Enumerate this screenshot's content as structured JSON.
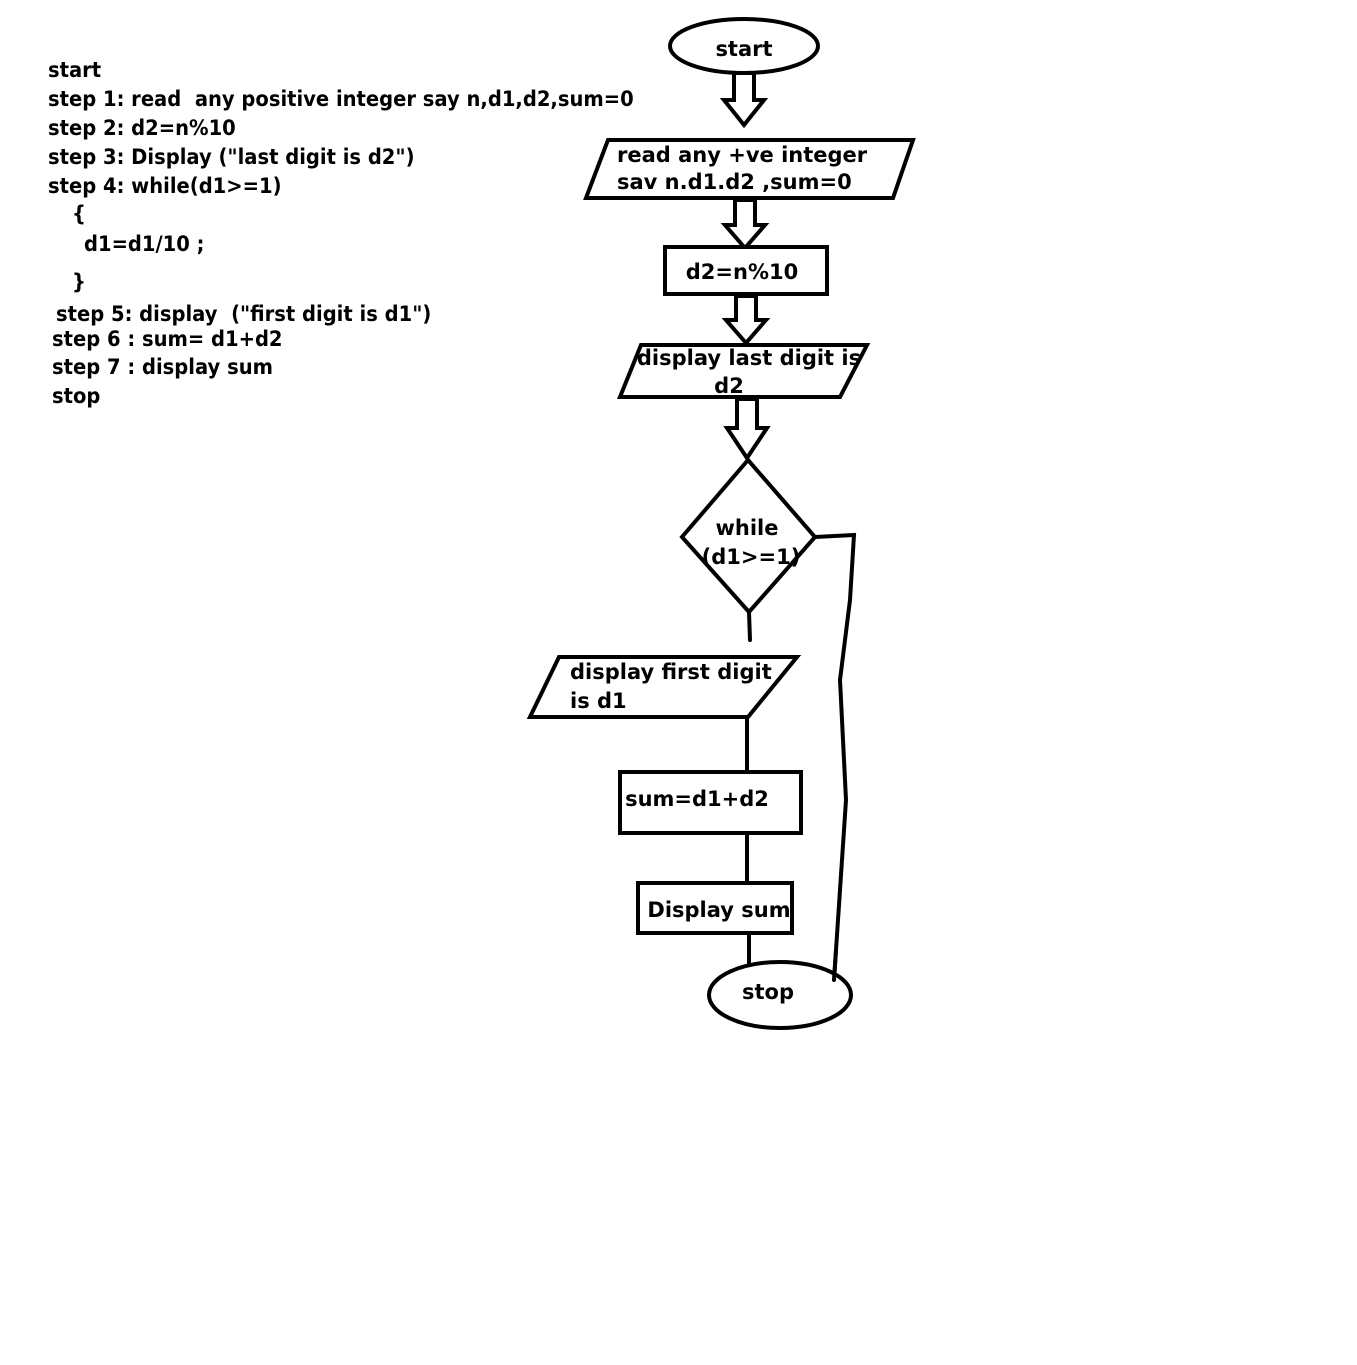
{
  "algorithm": {
    "lines": [
      "start",
      "step 1: read  any positive integer say n,d1,d2,sum=0",
      "step 2: d2=n%10",
      "step 3: Display (\"last digit is d2\")",
      "step 4: while(d1>=1)",
      "{",
      "d1=d1/10 ;",
      "}",
      "step 5: display  (\"first digit is d1\")",
      "step 6 : sum= d1+d2",
      "step 7 : display sum",
      "stop"
    ]
  },
  "flowchart": {
    "start": "start",
    "input": [
      "read any +ve integer",
      "sav n.d1.d2  ,sum=0"
    ],
    "process_d2": "d2=n%10",
    "output_last": [
      "display last digit is",
      "d2"
    ],
    "decision": [
      "while",
      "(d1>=1)"
    ],
    "output_first": [
      "display first digit",
      "is d1"
    ],
    "process_sum": "sum=d1+d2",
    "display_sum": "Display sum",
    "stop": "stop"
  }
}
